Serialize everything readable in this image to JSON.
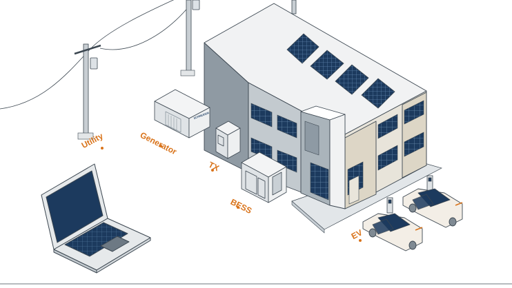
{
  "labels": {
    "utility": "Utility",
    "generator": "Generator",
    "transformer": "TX",
    "battery": "BESS",
    "ev": "EV"
  },
  "generator_brand": "SCHNEIDER",
  "colors": {
    "label_orange": "#d9731a",
    "panel_navy": "#1c3a5e",
    "wall_light": "#f1f2f3",
    "wall_shade": "#b9c0c6",
    "trim_beige": "#ddd6c6",
    "outline": "#3b4650"
  },
  "icons": [
    "utility-pole-icon",
    "generator-icon",
    "transformer-icon",
    "bess-icon",
    "building-icon",
    "solar-panel-icon",
    "laptop-icon",
    "ev-charger-icon",
    "car-icon"
  ]
}
